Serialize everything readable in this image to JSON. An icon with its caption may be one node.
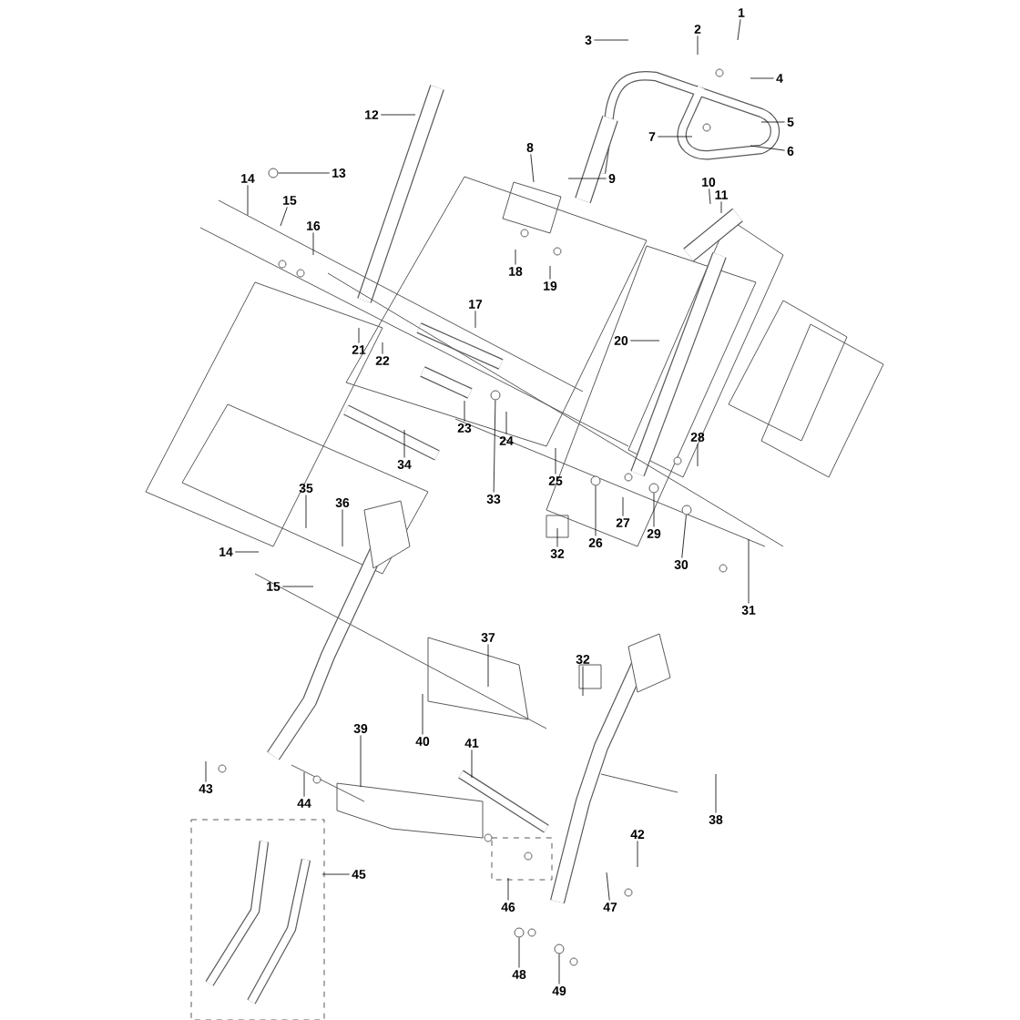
{
  "diagram": {
    "nodes": [
      {
        "text": [
          "1"
        ]
      },
      {
        "text": [
          "2"
        ]
      },
      {
        "text": [
          "3"
        ]
      },
      {
        "text": [
          "4"
        ]
      },
      {
        "text": [
          "5"
        ]
      },
      {
        "text": [
          "6"
        ]
      },
      {
        "text": [
          "7"
        ]
      },
      {
        "text": [
          "8"
        ]
      },
      {
        "text": [
          "9"
        ]
      },
      {
        "text": [
          "10"
        ]
      },
      {
        "text": [
          "11"
        ]
      },
      {
        "text": [
          "12"
        ]
      },
      {
        "text": [
          "13"
        ]
      },
      {
        "text": [
          "14"
        ]
      },
      {
        "text": [
          "15"
        ]
      },
      {
        "text": [
          "16"
        ]
      },
      {
        "text": [
          "17"
        ]
      },
      {
        "text": [
          "18"
        ]
      },
      {
        "text": [
          "19"
        ]
      },
      {
        "text": [
          "20"
        ]
      },
      {
        "text": [
          "21"
        ]
      },
      {
        "text": [
          "22"
        ]
      },
      {
        "text": [
          "23"
        ]
      },
      {
        "text": [
          "24"
        ]
      },
      {
        "text": [
          "25"
        ]
      },
      {
        "text": [
          "26"
        ]
      },
      {
        "text": [
          "27"
        ]
      },
      {
        "text": [
          "28"
        ]
      },
      {
        "text": [
          "29"
        ]
      },
      {
        "text": [
          "30"
        ]
      },
      {
        "text": [
          "31"
        ]
      },
      {
        "text": [
          "32"
        ]
      },
      {
        "text": [
          "33"
        ]
      },
      {
        "text": [
          "34"
        ]
      },
      {
        "text": [
          "35"
        ]
      },
      {
        "text": [
          "36"
        ]
      },
      {
        "text": [
          "14"
        ]
      },
      {
        "text": [
          "15"
        ]
      },
      {
        "text": [
          "37"
        ]
      },
      {
        "text": [
          "32"
        ]
      },
      {
        "text": [
          "38"
        ]
      },
      {
        "text": [
          "39"
        ]
      },
      {
        "text": [
          "40"
        ]
      },
      {
        "text": [
          "41"
        ]
      },
      {
        "text": [
          "42"
        ]
      },
      {
        "text": [
          "43"
        ]
      },
      {
        "text": [
          "44"
        ]
      },
      {
        "text": [
          "45"
        ]
      },
      {
        "text": [
          "46"
        ]
      },
      {
        "text": [
          "47"
        ]
      },
      {
        "text": [
          "48"
        ]
      },
      {
        "text": [
          "49"
        ]
      },
      {
        "text": [],
        "shape": "circle"
      },
      {
        "text": [],
        "shape": "circle"
      },
      {
        "text": [],
        "shape": "circle"
      },
      {
        "text": [],
        "shape": "circle"
      },
      {
        "text": [],
        "shape": "circle"
      },
      {
        "text": [],
        "shape": "circle"
      },
      {
        "text": [],
        "shape": "circle"
      }
    ],
    "edges": [
      {
        "from": 0,
        "to": null,
        "arrow": "none"
      },
      {
        "from": 1,
        "to": null,
        "arrow": "none"
      },
      {
        "from": 2,
        "to": null,
        "arrow": "none"
      },
      {
        "from": 3,
        "to": null,
        "arrow": "none"
      },
      {
        "from": 4,
        "to": null,
        "arrow": "none"
      },
      {
        "from": 5,
        "to": null,
        "arrow": "none"
      },
      {
        "from": 6,
        "to": null,
        "arrow": "none"
      },
      {
        "from": 7,
        "to": null,
        "arrow": "none"
      },
      {
        "from": 8,
        "to": null,
        "arrow": "none"
      },
      {
        "from": 9,
        "to": null,
        "arrow": "none"
      },
      {
        "from": 10,
        "to": null,
        "arrow": "none"
      },
      {
        "from": 11,
        "to": null,
        "arrow": "none"
      },
      {
        "from": 12,
        "to": 58,
        "arrow": "none"
      },
      {
        "from": 13,
        "to": null,
        "arrow": "none"
      },
      {
        "from": 14,
        "to": null,
        "arrow": "none"
      },
      {
        "from": 15,
        "to": null,
        "arrow": "none"
      },
      {
        "from": 16,
        "to": null,
        "arrow": "none"
      },
      {
        "from": 17,
        "to": null,
        "arrow": "none"
      },
      {
        "from": 18,
        "to": null,
        "arrow": "none"
      },
      {
        "from": 19,
        "to": null,
        "arrow": "none"
      },
      {
        "from": 20,
        "to": null,
        "arrow": "none"
      },
      {
        "from": 21,
        "to": null,
        "arrow": "none"
      },
      {
        "from": 22,
        "to": null,
        "arrow": "none"
      },
      {
        "from": 23,
        "to": null,
        "arrow": "none"
      },
      {
        "from": 24,
        "to": null,
        "arrow": "none"
      },
      {
        "from": 25,
        "to": 52,
        "arrow": "none"
      },
      {
        "from": 26,
        "to": null,
        "arrow": "none"
      },
      {
        "from": 27,
        "to": null,
        "arrow": "none"
      },
      {
        "from": 28,
        "to": 53,
        "arrow": "none"
      },
      {
        "from": 29,
        "to": 54,
        "arrow": "none"
      },
      {
        "from": 30,
        "to": null,
        "arrow": "none"
      },
      {
        "from": 31,
        "to": null,
        "arrow": "none"
      },
      {
        "from": 32,
        "to": 55,
        "arrow": "none"
      },
      {
        "from": 33,
        "to": null,
        "arrow": "none"
      },
      {
        "from": 34,
        "to": null,
        "arrow": "none"
      },
      {
        "from": 35,
        "to": null,
        "arrow": "none"
      },
      {
        "from": 36,
        "to": null,
        "arrow": "none"
      },
      {
        "from": 37,
        "to": null,
        "arrow": "none"
      },
      {
        "from": 38,
        "to": null,
        "arrow": "none"
      },
      {
        "from": 39,
        "to": null,
        "arrow": "none"
      },
      {
        "from": 40,
        "to": null,
        "arrow": "none"
      },
      {
        "from": 41,
        "to": null,
        "arrow": "none"
      },
      {
        "from": 42,
        "to": null,
        "arrow": "none"
      },
      {
        "from": 43,
        "to": null,
        "arrow": "none"
      },
      {
        "from": 44,
        "to": null,
        "arrow": "none"
      },
      {
        "from": 45,
        "to": null,
        "arrow": "none"
      },
      {
        "from": 46,
        "to": null,
        "arrow": "none"
      },
      {
        "from": 47,
        "to": null,
        "arrow": "none"
      },
      {
        "from": 48,
        "to": null,
        "arrow": "none"
      },
      {
        "from": 49,
        "to": null,
        "arrow": "none"
      },
      {
        "from": 50,
        "to": 56,
        "arrow": "none"
      },
      {
        "from": 51,
        "to": 57,
        "arrow": "none"
      }
    ]
  }
}
